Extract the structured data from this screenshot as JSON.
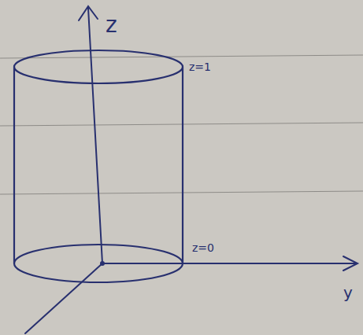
{
  "diagram": {
    "labels": [
      "z",
      "z=1",
      "z=0",
      "y"
    ]
  }
}
